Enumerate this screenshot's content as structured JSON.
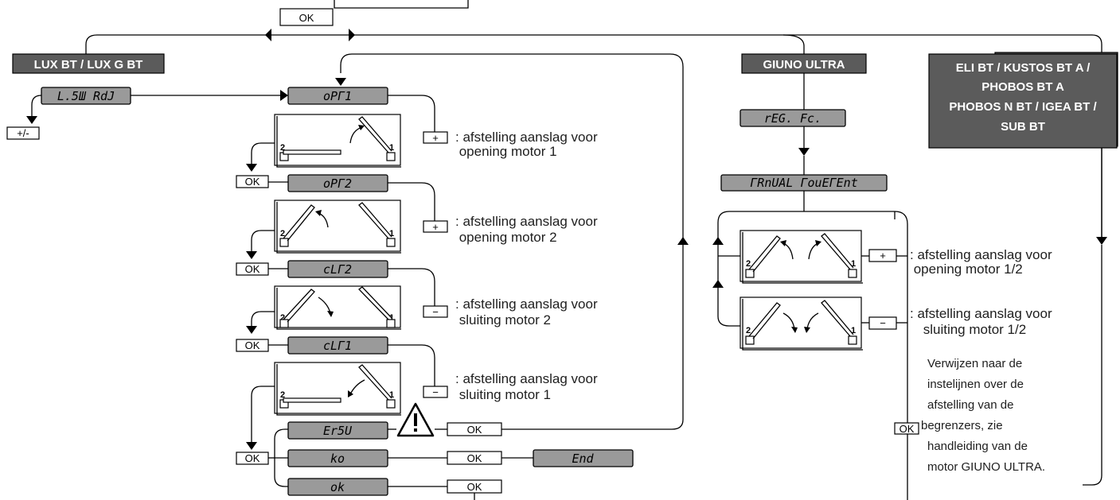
{
  "top_ok": "OK",
  "models": {
    "lux": "LUX BT / LUX G BT",
    "giuno": "GIUNO ULTRA",
    "eli_lines": [
      "ELI BT / KUSTOS BT A /",
      "PHOBOS BT A",
      "PHOBOS N BT / IGEA BT /",
      "SUB BT"
    ]
  },
  "displays": {
    "lsw_adj": "L.5Ш RdJ",
    "opm1": "oPГ1",
    "opm2": "oPГ2",
    "clm2": "cLГ2",
    "clm1": "cLГ1",
    "ersu": "Er5U",
    "ko": "ko",
    "ok": "ok",
    "end": "End",
    "reg_fc": "rEG. Fc.",
    "manual": "ГRnUAL ГouEГEnt"
  },
  "keys": {
    "plus_minus": "+/-",
    "plus": "+",
    "minus": "−",
    "ok": "OK"
  },
  "steps": [
    {
      "lines": [
        ": afstelling aanslag voor",
        " opening motor 1"
      ]
    },
    {
      "lines": [
        ": afstelling aanslag voor",
        " opening motor 2"
      ]
    },
    {
      "lines": [
        ": afstelling aanslag voor",
        " sluiting motor 2"
      ]
    },
    {
      "lines": [
        ": afstelling aanslag voor",
        " sluiting motor 1"
      ]
    }
  ],
  "giuno_steps": [
    {
      "lines": [
        ": afstelling aanslag voor",
        " opening motor 1/2"
      ]
    },
    {
      "lines": [
        ": afstelling aanslag voor",
        " sluiting motor 1/2"
      ]
    }
  ],
  "note_lines": [
    "Verwijzen naar de",
    "instelijnen over de",
    "afstelling van de",
    "begrenzers, zie",
    "handleiding van de",
    "motor GIUNO ULTRA."
  ],
  "motor_labels": {
    "m1": "1",
    "m2": "2"
  }
}
